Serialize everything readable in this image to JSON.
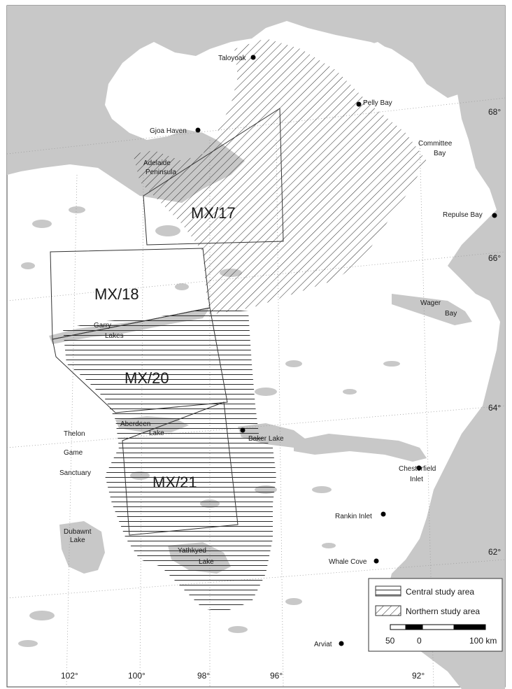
{
  "places": {
    "taloyoak": "Taloyoak",
    "pelly_bay": "Pelly Bay",
    "gjoa_haven": "Gjoa Haven",
    "adelaide_1": "Adelaide",
    "adelaide_2": "Peninsula",
    "committee_1": "Committee",
    "committee_2": "Bay",
    "repulse_bay": "Repulse Bay",
    "wager_1": "Wager",
    "wager_2": "Bay",
    "garry_1": "Garry",
    "garry_2": "Lakes",
    "aberdeen_1": "Aberdeen",
    "aberdeen_2": "Lake",
    "thelon_1": "Thelon",
    "thelon_2": "Game",
    "thelon_3": "Sanctuary",
    "baker_lake": "Baker Lake",
    "chesterfield_1": "Chesterfield",
    "chesterfield_2": "Inlet",
    "rankin_inlet": "Rankin Inlet",
    "dubawnt_1": "Dubawnt",
    "dubawnt_2": "Lake",
    "yathkyed_1": "Yathkyed",
    "yathkyed_2": "Lake",
    "whale_cove": "Whale Cove",
    "arviat": "Arviat"
  },
  "map_sheets": {
    "mx17": "MX/17",
    "mx18": "MX/18",
    "mx20": "MX/20",
    "mx21": "MX/21"
  },
  "latitudes": {
    "lat68": "68°",
    "lat66": "66°",
    "lat64": "64°",
    "lat62": "62°"
  },
  "longitudes": {
    "lon102": "102°",
    "lon100": "100°",
    "lon98": "98°",
    "lon96": "96°",
    "lon92": "92°"
  },
  "legend": {
    "central": "Central study area",
    "northern": "Northern study area",
    "scale_50": "50",
    "scale_0": "0",
    "scale_100": "100 km"
  },
  "colors": {
    "water": "#c8c8c8",
    "land": "#ffffff",
    "hatch": "#2a2a2a",
    "graticule": "#9a9a9a"
  }
}
